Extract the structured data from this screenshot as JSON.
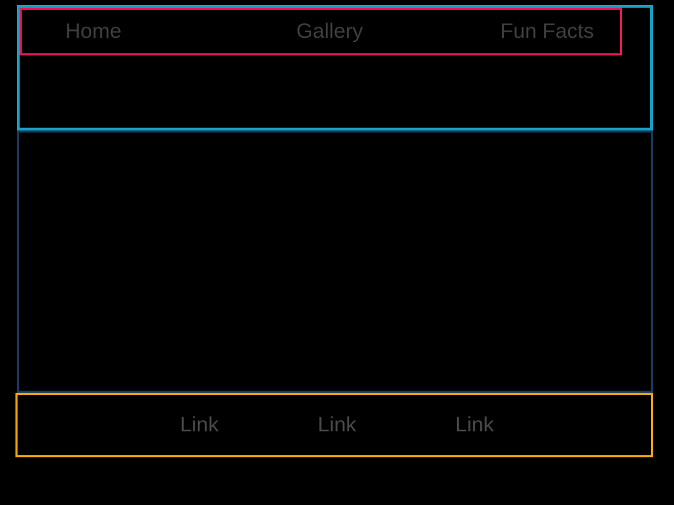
{
  "canvas": {
    "background_color": "#000000"
  },
  "header": {
    "border_color": "#16A0C4",
    "nav": {
      "border_color": "#E4185C",
      "text_color": "#3F3F3F",
      "items": [
        {
          "label": "Home"
        },
        {
          "label": "Gallery"
        },
        {
          "label": "Fun Facts"
        }
      ]
    }
  },
  "main": {
    "border_color": "#173A5C"
  },
  "footer": {
    "border_color": "#F2A50C",
    "text_color": "#4A4A4A",
    "links": [
      {
        "label": "Link"
      },
      {
        "label": "Link"
      },
      {
        "label": "Link"
      }
    ]
  }
}
